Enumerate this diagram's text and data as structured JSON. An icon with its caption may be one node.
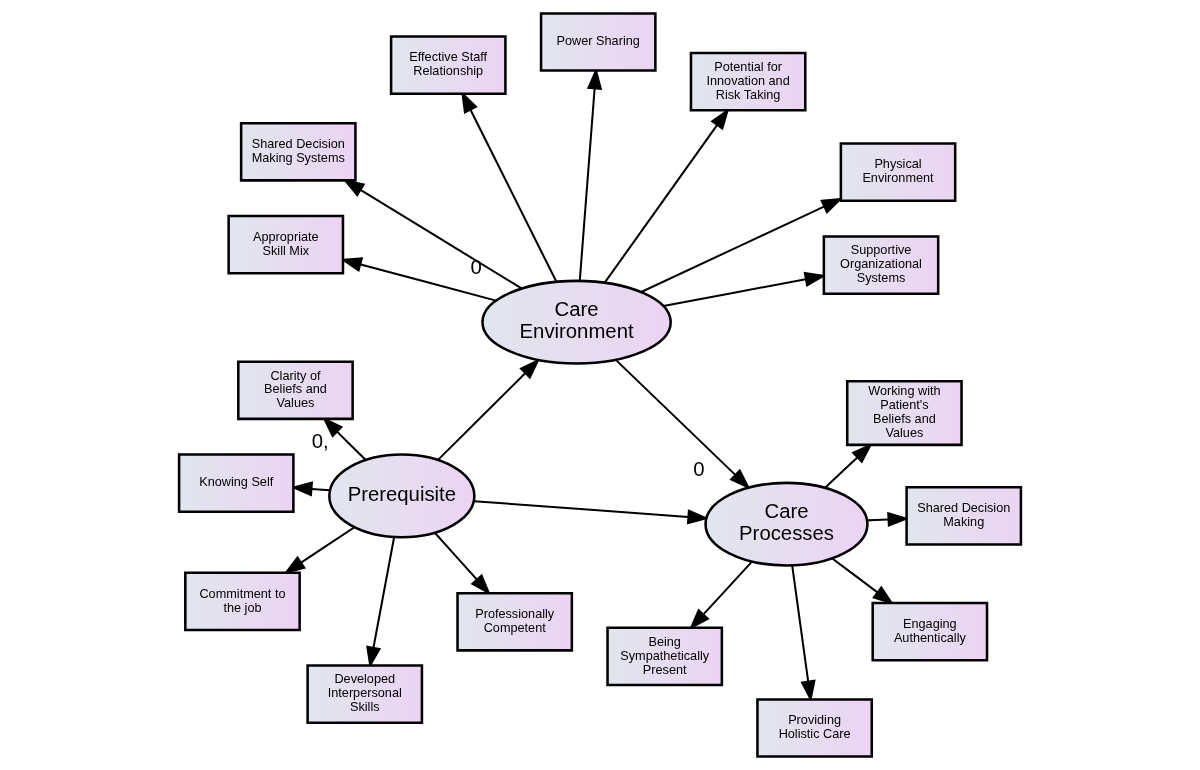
{
  "diagram": {
    "nodes": [
      {
        "text": [
          "Appropriate Skill Mix"
        ]
      },
      {
        "text": [
          "Shared Decision Making Systems"
        ]
      },
      {
        "text": [
          "Effective Staff Relationship"
        ]
      },
      {
        "text": [
          "Power Sharing"
        ]
      },
      {
        "text": [
          "Potential for Innovation and Risk Taking"
        ]
      },
      {
        "text": [
          "Physical Environment"
        ]
      },
      {
        "text": [
          "Supportive Organizational Systems"
        ]
      },
      {
        "text": [
          "Care Environment"
        ],
        "beside": [
          "0"
        ]
      },
      {
        "text": [
          "Prerequisite"
        ],
        "beside": [
          "0,"
        ]
      },
      {
        "text": [
          "Care Processes"
        ],
        "beside": [
          "0"
        ]
      },
      {
        "text": [
          "Clarity of Beliefs and Values"
        ]
      },
      {
        "text": [
          "Knowing Self"
        ]
      },
      {
        "text": [
          "Commitment to the job"
        ]
      },
      {
        "text": [
          "Developed Interpersonal Skills"
        ]
      },
      {
        "text": [
          "Professionally Competent"
        ]
      },
      {
        "text": [
          "Working with Patient's Beliefs and Values"
        ]
      },
      {
        "text": [
          "Shared Decision Making"
        ]
      },
      {
        "text": [
          "Engaging Authentically"
        ]
      },
      {
        "text": [
          "Providing Holistic Care"
        ]
      },
      {
        "text": [
          "Being Sympathetically Present"
        ]
      }
    ],
    "edges": [
      {
        "from": 7,
        "to": 0,
        "arrow": "to"
      },
      {
        "from": 7,
        "to": 1,
        "arrow": "to"
      },
      {
        "from": 7,
        "to": 2,
        "arrow": "to"
      },
      {
        "from": 7,
        "to": 3,
        "arrow": "to"
      },
      {
        "from": 7,
        "to": 4,
        "arrow": "to"
      },
      {
        "from": 7,
        "to": 5,
        "arrow": "to"
      },
      {
        "from": 7,
        "to": 6,
        "arrow": "to"
      },
      {
        "from": 8,
        "to": 10,
        "arrow": "to"
      },
      {
        "from": 8,
        "to": 11,
        "arrow": "to"
      },
      {
        "from": 8,
        "to": 12,
        "arrow": "to"
      },
      {
        "from": 8,
        "to": 13,
        "arrow": "to"
      },
      {
        "from": 8,
        "to": 14,
        "arrow": "to"
      },
      {
        "from": 8,
        "to": 7,
        "arrow": "to"
      },
      {
        "from": 8,
        "to": 9,
        "arrow": "to"
      },
      {
        "from": 7,
        "to": 9,
        "arrow": "to"
      },
      {
        "from": 9,
        "to": 15,
        "arrow": "to"
      },
      {
        "from": 9,
        "to": 16,
        "arrow": "to"
      },
      {
        "from": 9,
        "to": 17,
        "arrow": "to"
      },
      {
        "from": 9,
        "to": 18,
        "arrow": "to"
      },
      {
        "from": 9,
        "to": 19,
        "arrow": "to"
      }
    ]
  }
}
